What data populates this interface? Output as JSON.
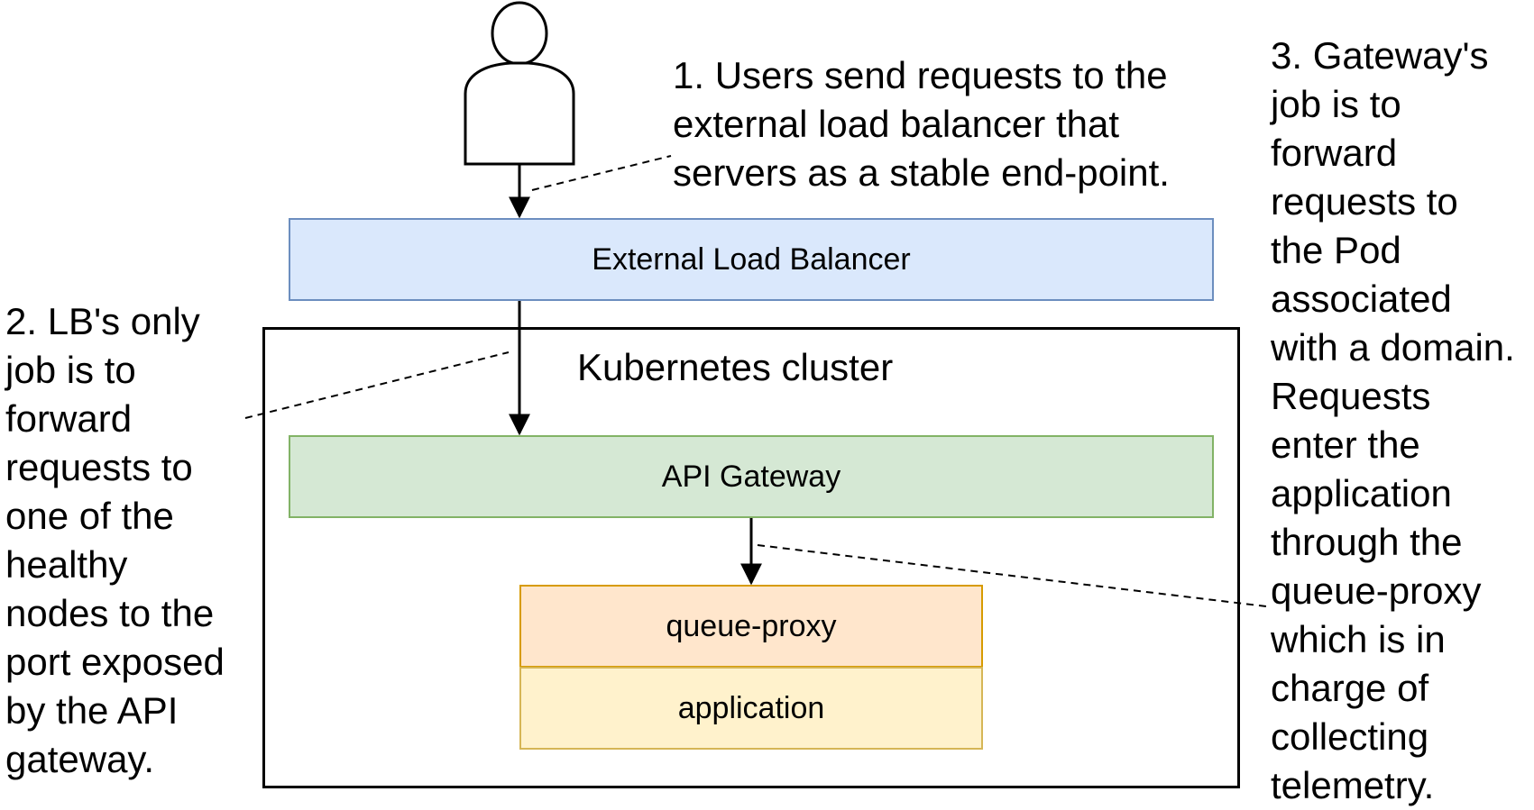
{
  "diagram": {
    "components": {
      "external_load_balancer": "External Load Balancer",
      "cluster": "Kubernetes cluster",
      "api_gateway": "API Gateway",
      "queue_proxy": "queue-proxy",
      "application": "application"
    },
    "notes": {
      "note_1": "1. Users send requests to the\nexternal load balancer that\nservers as a stable end-point.",
      "note_2": "2. LB's only\njob is to\nforward\nrequests to\none of the\nhealthy\nnodes to the\nport exposed\nby the API\ngateway.",
      "note_3": "3. Gateway's\njob is to\nforward\nrequests to\nthe Pod\nassociated\nwith a domain.\nRequests\nenter the\napplication\nthrough the\nqueue-proxy\nwhich is in\ncharge of\ncollecting\ntelemetry."
    },
    "icons": {
      "user": "user-icon"
    },
    "colors": {
      "load_balancer_fill": "#dae8fc",
      "load_balancer_border": "#6c8ebf",
      "gateway_fill": "#d5e8d4",
      "gateway_border": "#82b366",
      "queue_proxy_fill": "#ffe6cc",
      "queue_proxy_border": "#d79b00",
      "application_fill": "#fff2cc",
      "application_border": "#d6b656"
    }
  }
}
